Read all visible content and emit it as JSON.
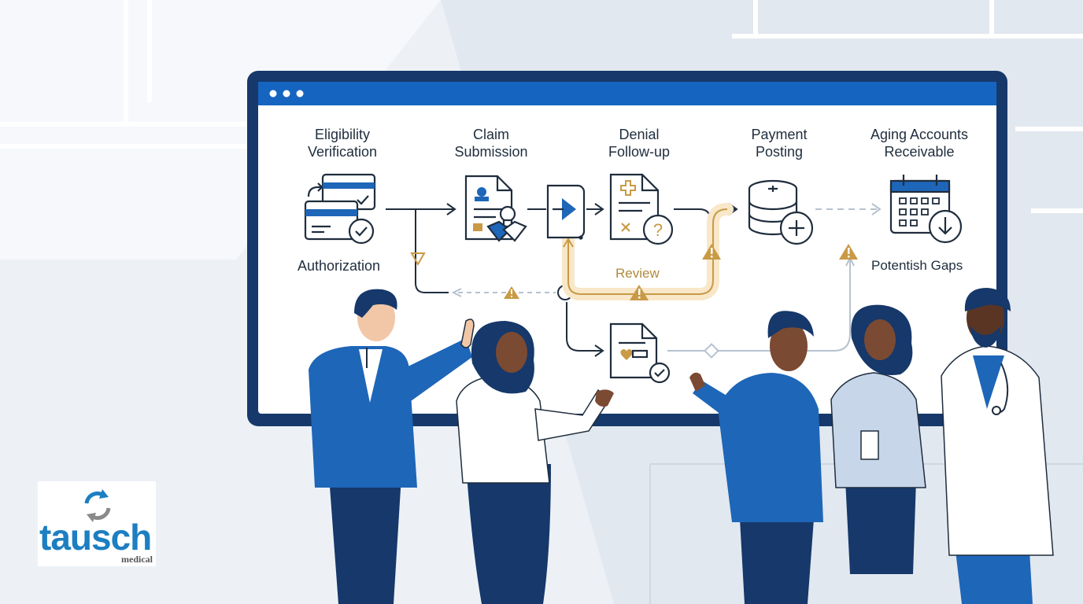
{
  "stages": [
    {
      "label": "Eligibility\nVerification"
    },
    {
      "label": "Claim\nSubmission"
    },
    {
      "label": "Denial\nFollow-up"
    },
    {
      "label": "Payment\nPosting"
    },
    {
      "label": "Aging Accounts\nReceivable"
    }
  ],
  "side_labels": {
    "authorization": "Authorization",
    "review": "Review",
    "gaps": "Potentish Gaps"
  },
  "logo": {
    "word": "tausch",
    "sub": "medical"
  },
  "colors": {
    "frame": "#16386a",
    "bar": "#1565c0",
    "accent": "#1e66b8",
    "review": "#b08a3e",
    "text": "#1f2d3d"
  },
  "icons": [
    "authorization-cards-icon",
    "claim-handshake-icon",
    "submit-arrow-icon",
    "denial-document-icon",
    "payment-coins-icon",
    "calendar-download-icon",
    "approved-document-icon",
    "warning-icon"
  ]
}
